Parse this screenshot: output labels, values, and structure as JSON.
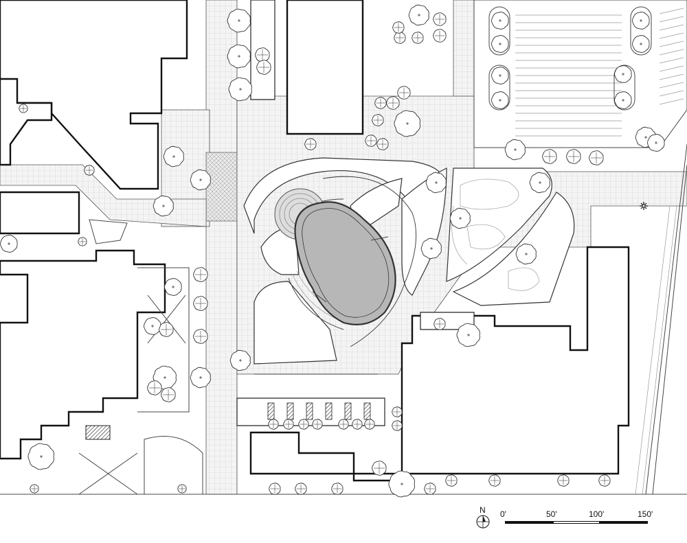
{
  "north_arrow": {
    "label": "N"
  },
  "scale_bar": {
    "ticks": [
      "0'",
      "50'",
      "100'",
      "150'"
    ]
  },
  "colors": {
    "pond_fill": "#b7b7b7",
    "pond_stroke": "#333333",
    "line": "#111111",
    "paving": "#e6e6e6"
  }
}
